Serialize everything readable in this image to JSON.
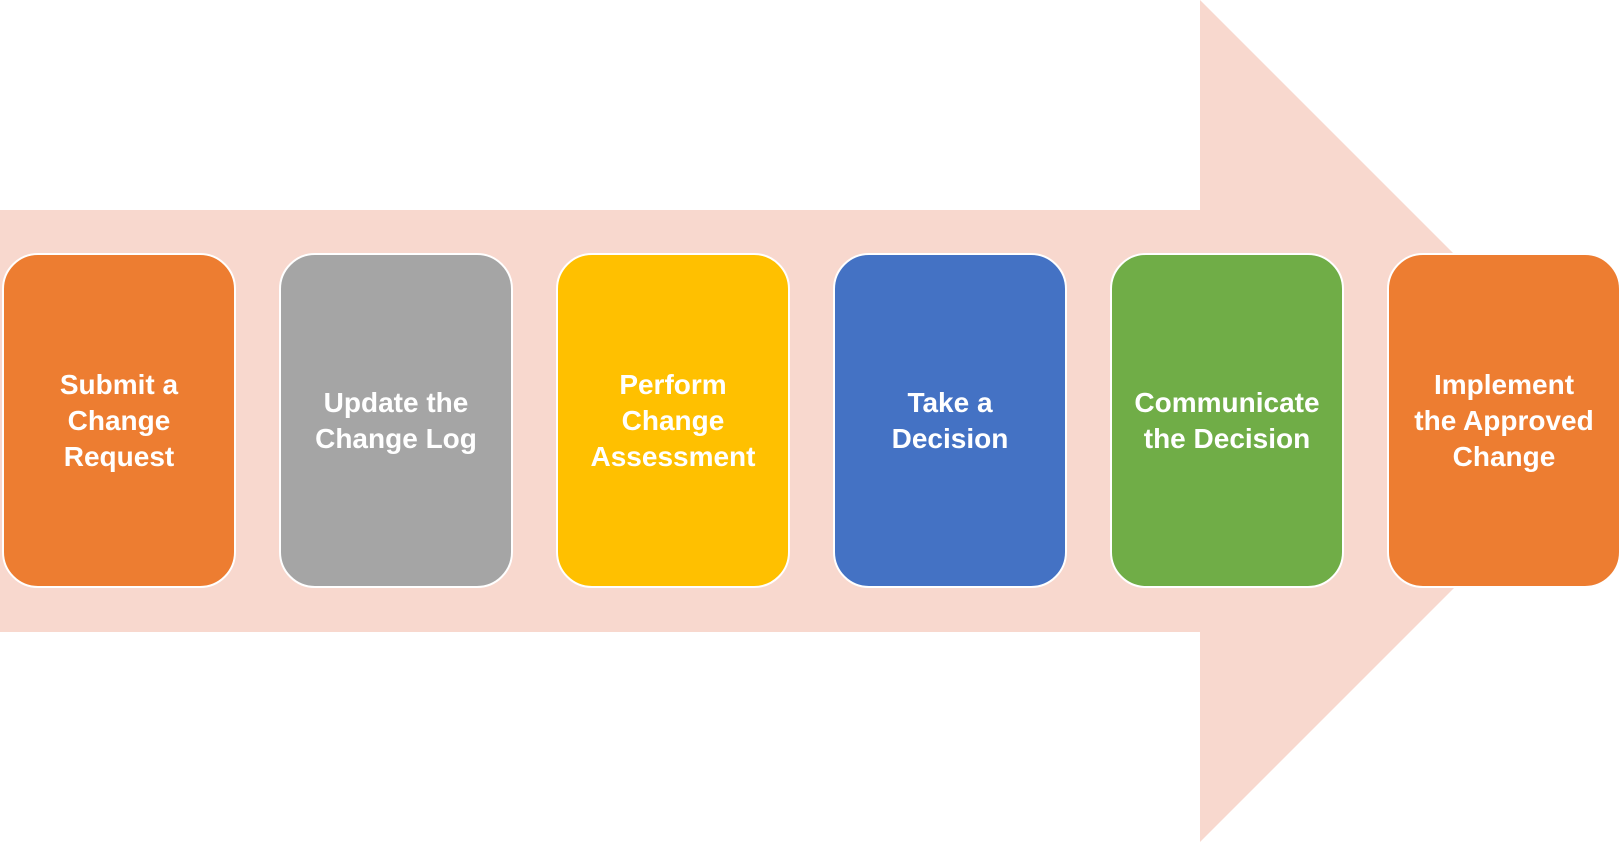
{
  "diagram": {
    "arrow_color": "#F8D8CE",
    "steps": [
      {
        "lines": [
          "Submit a",
          "Change",
          "Request"
        ],
        "color": "#ED7D31"
      },
      {
        "lines": [
          "Update the",
          "Change Log"
        ],
        "color": "#A5A5A5"
      },
      {
        "lines": [
          "Perform",
          "Change",
          "Assessment"
        ],
        "color": "#FFC000"
      },
      {
        "lines": [
          "Take a",
          "Decision"
        ],
        "color": "#4472C4"
      },
      {
        "lines": [
          "Communicate",
          "the Decision"
        ],
        "color": "#70AD47"
      },
      {
        "lines": [
          "Implement",
          "the Approved",
          "Change"
        ],
        "color": "#ED7D31"
      }
    ]
  }
}
